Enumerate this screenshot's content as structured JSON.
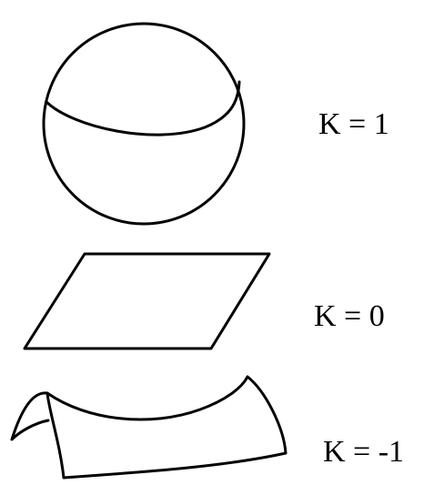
{
  "diagram": {
    "labels": {
      "sphere": "K = 1",
      "plane": "K = 0",
      "saddle": "K = -1"
    },
    "colors": {
      "stroke": "#000000",
      "background": "#ffffff"
    }
  }
}
